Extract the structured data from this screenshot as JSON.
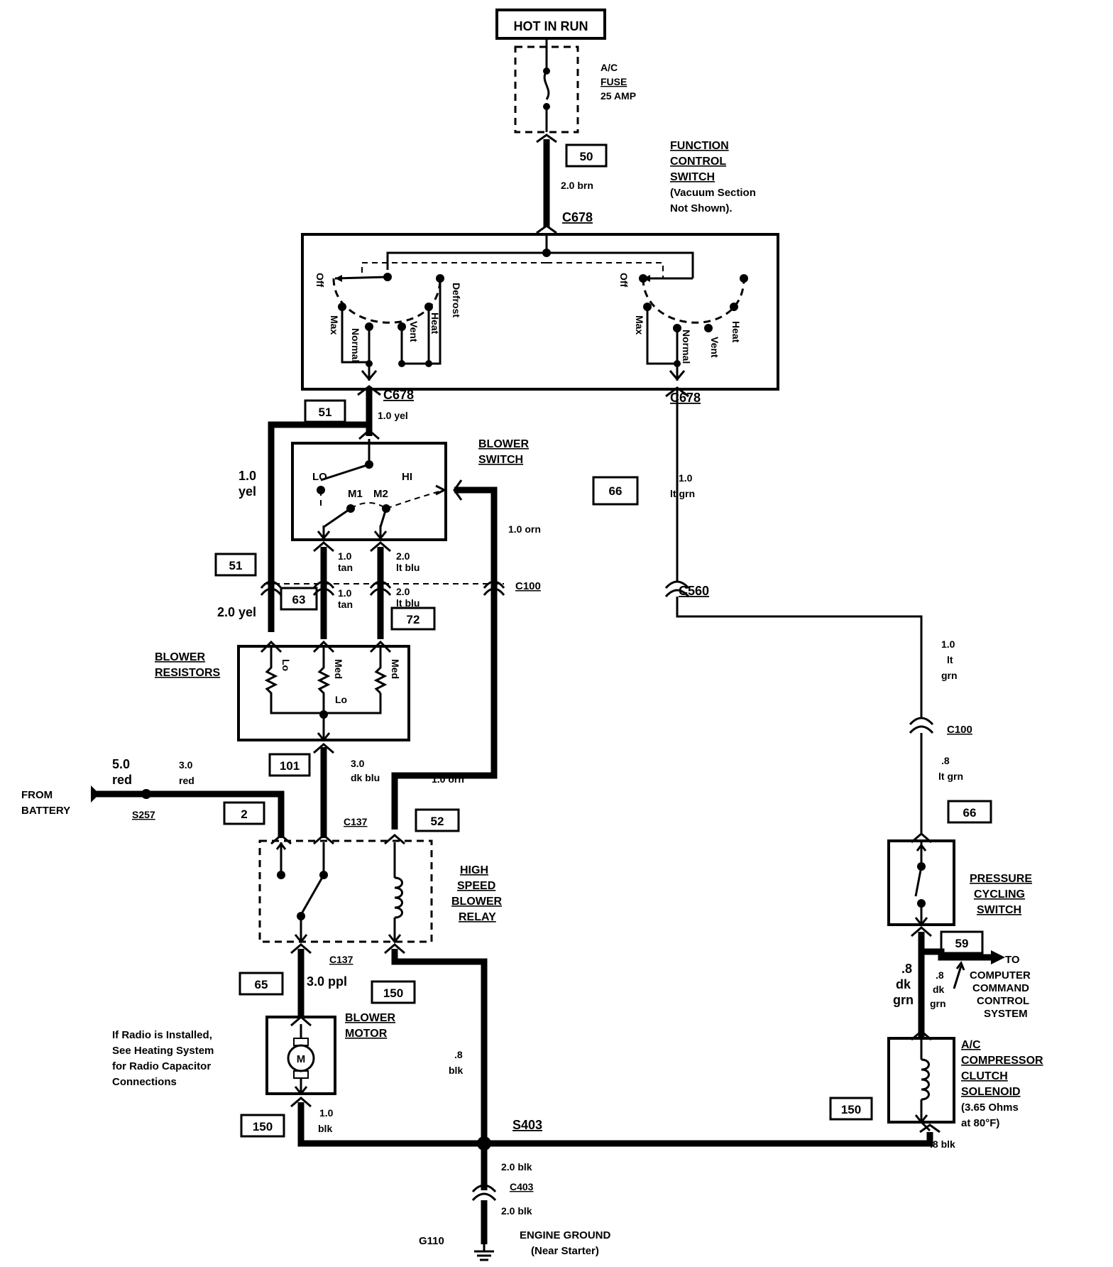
{
  "title_box": "HOT IN RUN",
  "fuse": {
    "line1": "A/C",
    "line2": "FUSE",
    "line3": "25 AMP"
  },
  "function_switch": {
    "line1": "FUNCTION",
    "line2": "CONTROL",
    "line3": "SWITCH",
    "note1": "(Vacuum Section",
    "note2": "Not Shown)."
  },
  "left_positions": [
    "Off",
    "Max",
    "Normal",
    "Vent",
    "Heat",
    "Defrost"
  ],
  "right_positions": [
    "Off",
    "Max",
    "Normal",
    "Vent",
    "Heat"
  ],
  "blower_switch": {
    "line1": "BLOWER",
    "line2": "SWITCH",
    "lo": "LO",
    "m1": "M1",
    "m2": "M2",
    "hi": "HI"
  },
  "blower_resistors": {
    "line1": "BLOWER",
    "line2": "RESISTORS",
    "r1": "Lo",
    "r2": "Med Lo",
    "r3": "Med"
  },
  "high_speed_relay": {
    "line1": "HIGH",
    "line2": "SPEED",
    "line3": "BLOWER",
    "line4": "RELAY"
  },
  "blower_motor": {
    "line1": "BLOWER",
    "line2": "MOTOR",
    "symbol": "M"
  },
  "radio_note": [
    "If Radio is Installed,",
    "See Heating System",
    "for Radio Capacitor",
    "Connections"
  ],
  "pressure_switch": {
    "line1": "PRESSURE",
    "line2": "CYCLING",
    "line3": "SWITCH"
  },
  "clutch_solenoid": {
    "line1": "A/C",
    "line2": "COMPRESSOR",
    "line3": "CLUTCH",
    "line4": "SOLENOID",
    "line5": "(3.65 Ohms",
    "line6": "at 80°F)"
  },
  "computer": {
    "line1": "TO",
    "line2": "COMPUTER",
    "line3": "COMMAND",
    "line4": "CONTROL",
    "line5": "SYSTEM"
  },
  "battery": {
    "line1": "FROM",
    "line2": "BATTERY"
  },
  "ground": {
    "id": "G110",
    "line1": "ENGINE GROUND",
    "line2": "(Near Starter)"
  },
  "connectors": {
    "c678_top": "C678",
    "c678_left": "C678",
    "c678_right": "C678",
    "c100_left": "C100",
    "c560": "C560",
    "c100_right": "C100",
    "c137_top": "C137",
    "c137_bottom": "C137",
    "s257": "S257",
    "s403": "S403",
    "c403": "C403"
  },
  "circuits": {
    "c50": "50",
    "c51a": "51",
    "c51b": "51",
    "c66a": "66",
    "c66b": "66",
    "c63": "63",
    "c72": "72",
    "c101": "101",
    "c2": "2",
    "c52": "52",
    "c65": "65",
    "c150a": "150",
    "c150b": "150",
    "c150c": "150",
    "c59": "59"
  },
  "wires": {
    "brn": "2.0 brn",
    "yel1": "1.0  yel",
    "yel_left1": "1.0",
    "yel_left2": "yel",
    "yel2": "2.0 yel",
    "ltgrn1a": "1.0",
    "ltgrn1b": "lt grn",
    "ltgrn2a": "1.0",
    "ltgrn2b": "lt",
    "ltgrn2c": "grn",
    "ltgrn3a": ".8",
    "ltgrn3b": "lt grn",
    "orn1": "1.0 orn",
    "orn2": "1.0 orn",
    "tan1a": "1.0",
    "tan1b": "tan",
    "tan2a": "1.0",
    "tan2b": "tan",
    "ltblu1a": "2.0",
    "ltblu1b": "lt blu",
    "ltblu2a": "2.0",
    "ltblu2b": "lt blu",
    "dkblu_a": "3.0",
    "dkblu_b": "dk blu",
    "red5a": "5.0",
    "red5b": "red",
    "red3a": "3.0",
    "red3b": "red",
    "ppl": "3.0 ppl",
    "blk8a": ".8",
    "blk8b": "blk",
    "blk1a": "1.0",
    "blk1b": "blk",
    "blk2a": "2.0 blk",
    "blk2b": "2.0 blk",
    "blk8c": ".8 blk",
    "dkgrn_l1": ".8",
    "dkgrn_l2": "dk",
    "dkgrn_l3": "grn",
    "dkgrn_r1": ".8",
    "dkgrn_r2": "dk",
    "dkgrn_r3": "grn"
  }
}
